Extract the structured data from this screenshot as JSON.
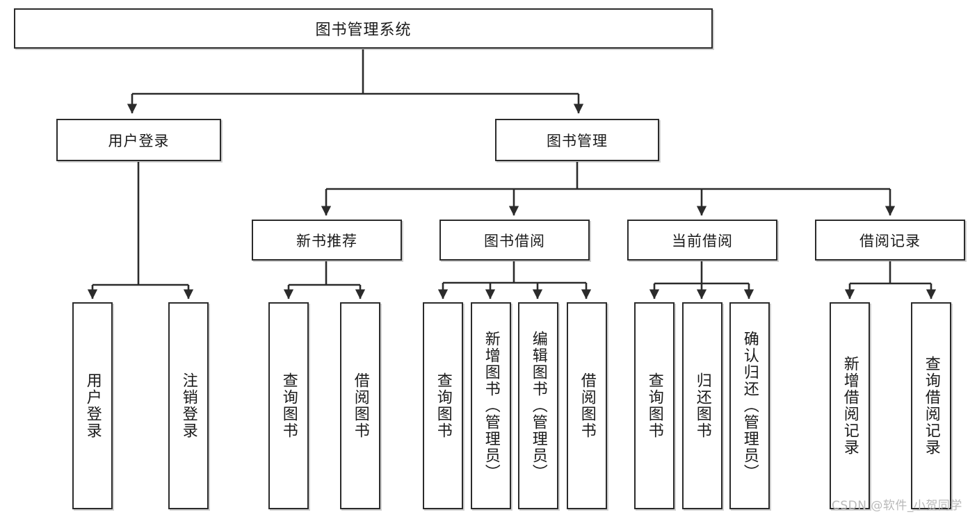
{
  "diagram": {
    "title": "图书管理系统",
    "type": "tree-hierarchy",
    "style": {
      "box_fill": "#ffffff",
      "box_border": "#2b2b2b",
      "connector": "#2b2b2b",
      "text": "#1a1a1a",
      "background": "#ffffff",
      "watermark_color": "#b9b9b9"
    },
    "root": {
      "label": "图书管理系统"
    },
    "level2": [
      {
        "label": "用户登录"
      },
      {
        "label": "图书管理"
      }
    ],
    "level3": [
      {
        "label": "新书推荐"
      },
      {
        "label": "图书借阅"
      },
      {
        "label": "当前借阅"
      },
      {
        "label": "借阅记录"
      }
    ],
    "leaves": {
      "user_login": [
        {
          "label": "用户登录"
        },
        {
          "label": "注销登录"
        }
      ],
      "new_book": [
        {
          "label": "查询图书"
        },
        {
          "label": "借阅图书"
        }
      ],
      "borrow": [
        {
          "label": "查询图书"
        },
        {
          "label": "新增图书（管理员）"
        },
        {
          "label": "编辑图书（管理员）"
        },
        {
          "label": "借阅图书"
        }
      ],
      "current": [
        {
          "label": "查询图书"
        },
        {
          "label": "归还图书"
        },
        {
          "label": "确认归还（管理员）"
        }
      ],
      "records": [
        {
          "label": "新增借阅记录"
        },
        {
          "label": "查询借阅记录"
        }
      ]
    }
  },
  "watermark": {
    "text": "CSDN @软件_小贺同学"
  }
}
